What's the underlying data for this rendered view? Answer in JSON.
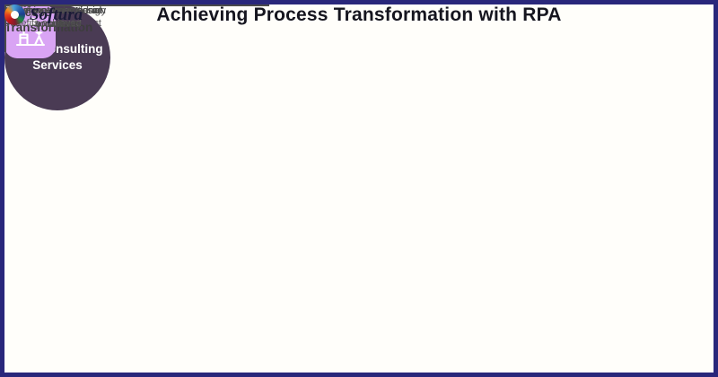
{
  "title": "Achieving Process Transformation with RPA",
  "center_node": {
    "line1": "RPA Consulting",
    "line2": "Services"
  },
  "left_item": {
    "heading_line1": "Simple",
    "heading_line2": "Automation",
    "subtext": "Limited operational impact",
    "icon": "robot-arm-claw-icon"
  },
  "right_item": {
    "heading_line1": "Process",
    "heading_line2": "Transformation",
    "subtext": "Significant operational benefits achieved",
    "icon": "robot-welding-arm-icon"
  },
  "branches": [
    {
      "label": "Analyze and redesign processes"
    },
    {
      "label": "Remove unnecessary complexity"
    },
    {
      "label": "Eliminate redundant tasks"
    }
  ],
  "brand": {
    "name": "Softura",
    "icon": "softura-swirl-logo"
  },
  "colors": {
    "frame_border": "#29277b",
    "background": "#fffefa",
    "center_circle": "#4a3b54",
    "icon_tile": "#d9a4f4",
    "icon_stroke": "#ffffff",
    "heading_text": "#3d3d3d",
    "body_text": "#5c5c5c",
    "connector_line": "#4a4a4a",
    "title_text": "#15151f",
    "brand_text": "#1b1b38"
  }
}
